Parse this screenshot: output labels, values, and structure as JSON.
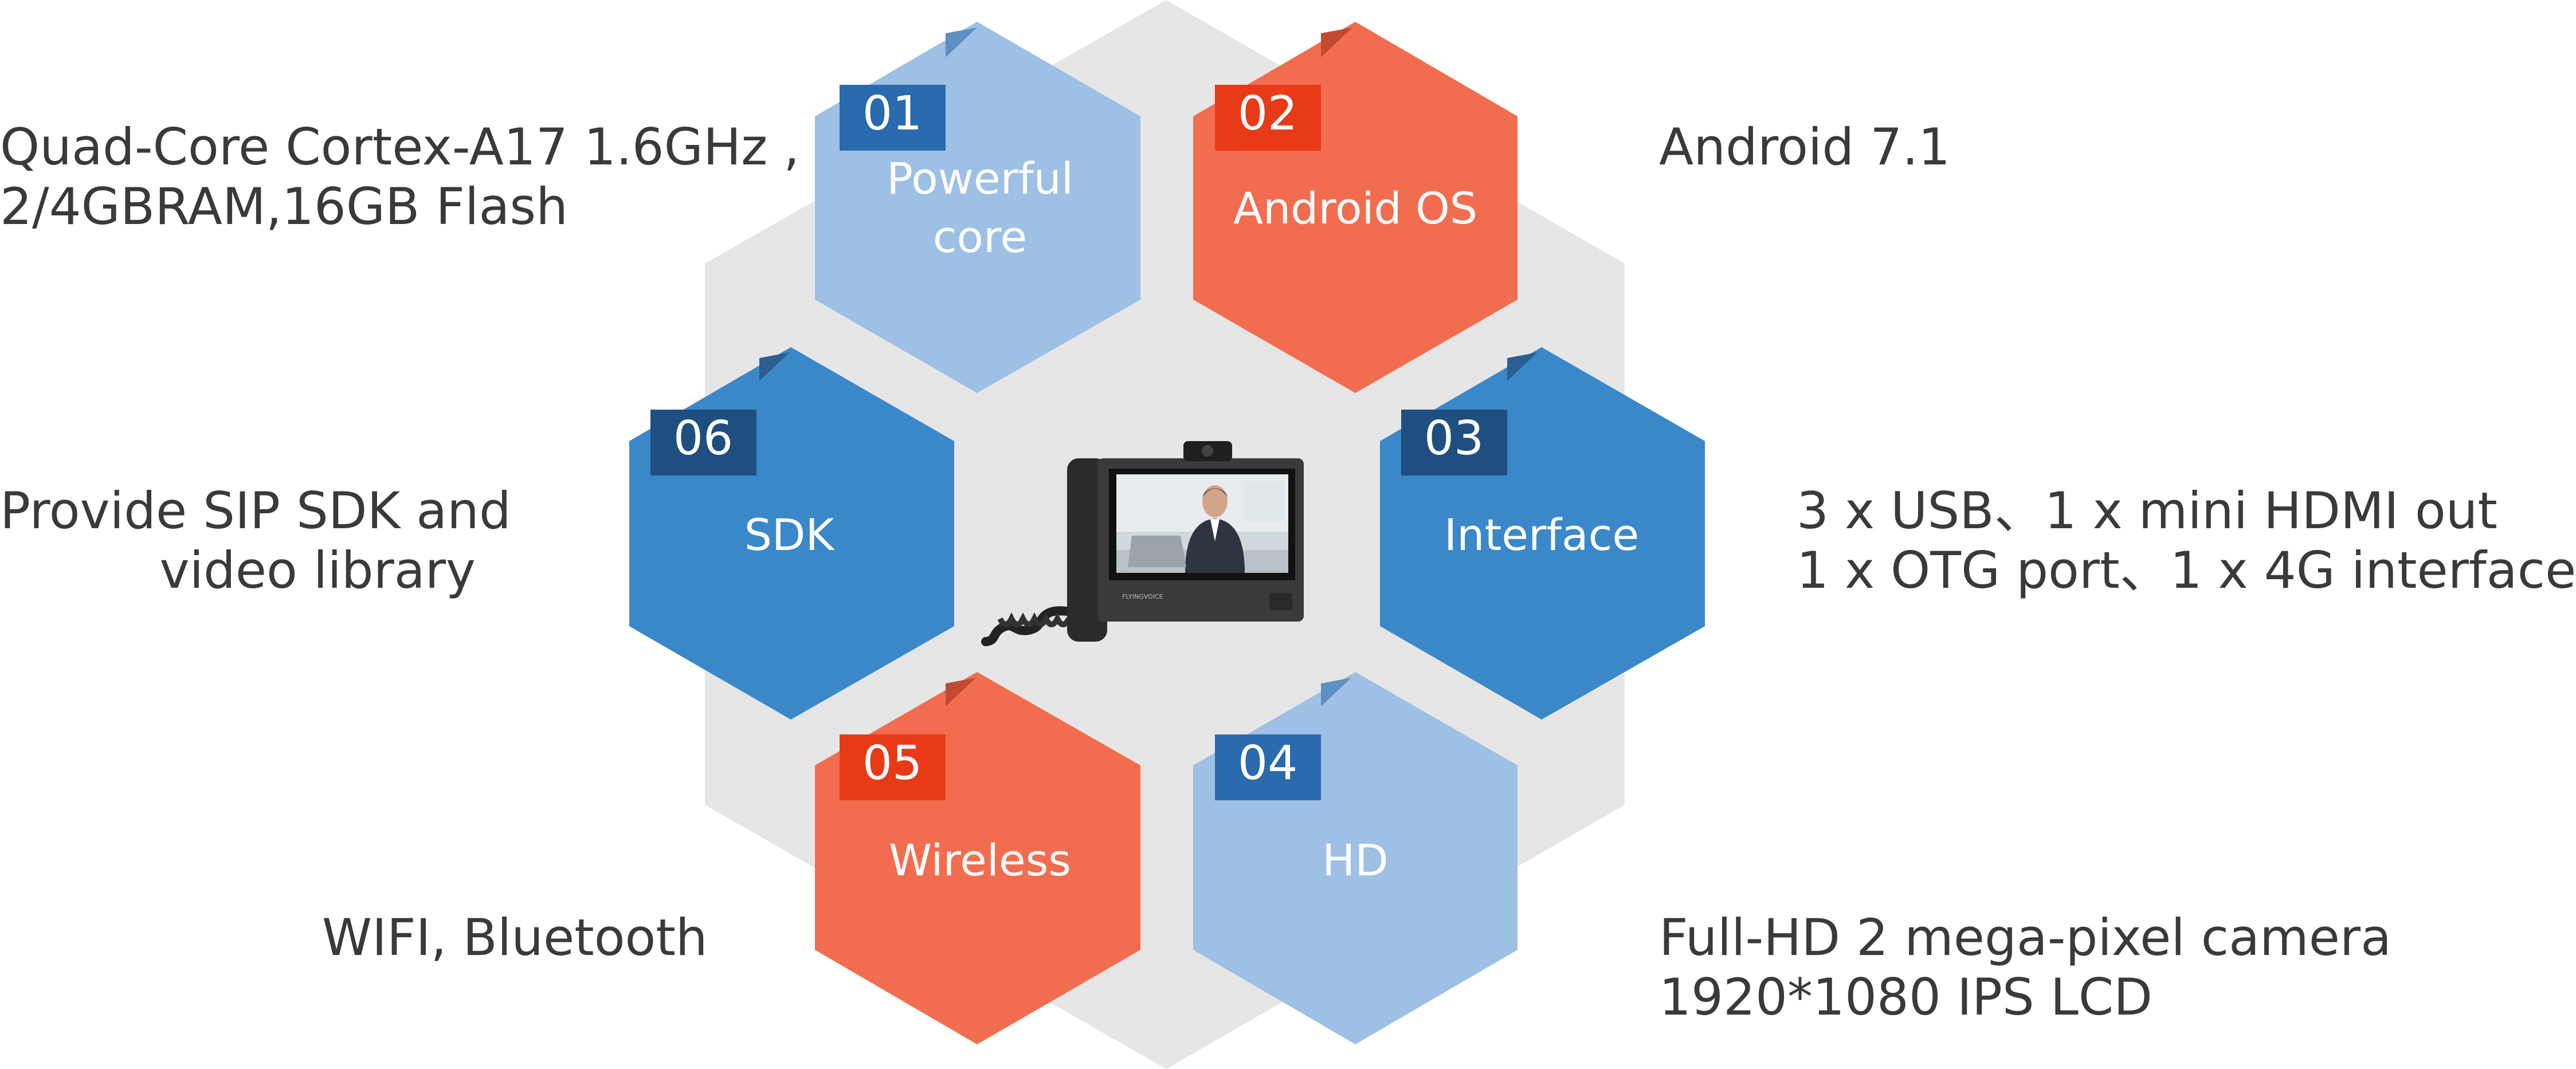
{
  "colors": {
    "background_hex": "#e6e6e6",
    "light_blue": "#9dc0e4",
    "orange": "#f26d4f",
    "mid_blue": "#3a88c9",
    "tab_dark_blue": "#2a6aae",
    "tab_red": "#e83a17",
    "tab_navy": "#1e4f80",
    "text_white": "#ffffff",
    "text_dark": "#3a3a3a"
  },
  "features": [
    {
      "number": "01",
      "title_lines": [
        "Powerful",
        "core"
      ],
      "fill": "light_blue",
      "tab": "tab_dark_blue",
      "description_lines": [
        "Quad-Core Cortex-A17 1.6GHz ,",
        "2/4GBRAM,16GB Flash"
      ]
    },
    {
      "number": "02",
      "title_lines": [
        "Android OS"
      ],
      "fill": "orange",
      "tab": "tab_red",
      "description_lines": [
        "Android 7.1"
      ]
    },
    {
      "number": "03",
      "title_lines": [
        "Interface"
      ],
      "fill": "mid_blue",
      "tab": "tab_navy",
      "description_lines": [
        "3 x USB、1 x mini HDMI out",
        "1 x OTG port、1 x 4G interface"
      ]
    },
    {
      "number": "04",
      "title_lines": [
        "HD"
      ],
      "fill": "light_blue",
      "tab": "tab_dark_blue",
      "description_lines": [
        "Full-HD 2 mega-pixel camera",
        "1920*1080 IPS LCD"
      ]
    },
    {
      "number": "05",
      "title_lines": [
        "Wireless"
      ],
      "fill": "orange",
      "tab": "tab_red",
      "description_lines": [
        "WIFI, Bluetooth"
      ]
    },
    {
      "number": "06",
      "title_lines": [
        "SDK"
      ],
      "fill": "mid_blue",
      "tab": "tab_navy",
      "description_lines": [
        "Provide SIP SDK and",
        "video library"
      ]
    }
  ],
  "device": {
    "icon": "video-phone-icon",
    "brand_text": "FLYINGVOICE"
  }
}
